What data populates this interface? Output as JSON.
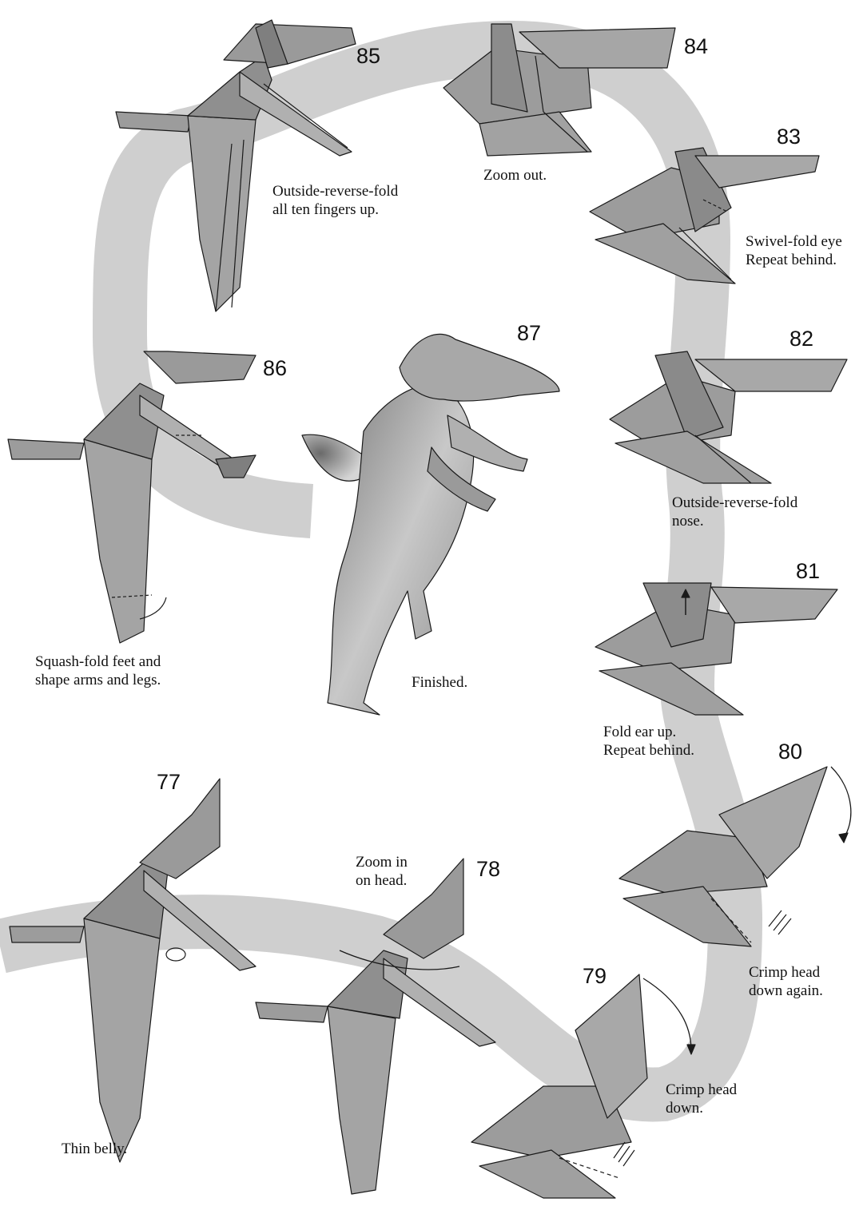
{
  "colors": {
    "path_band": "#cfcfcf",
    "paper_fill": "#9c9c9c",
    "paper_light": "#b4b4b4",
    "paper_dark": "#6f6f6f",
    "line": "#1a1a1a"
  },
  "steps": [
    {
      "number": "77",
      "lines": [
        "Thin belly."
      ]
    },
    {
      "number": "78",
      "lines": [
        "Zoom in",
        "on head."
      ]
    },
    {
      "number": "79",
      "lines": [
        "Crimp head",
        "down."
      ]
    },
    {
      "number": "80",
      "lines": [
        "Crimp head",
        "down again."
      ]
    },
    {
      "number": "81",
      "lines": [
        "Fold ear up.",
        "Repeat behind."
      ]
    },
    {
      "number": "82",
      "lines": [
        "Outside-reverse-fold",
        "nose."
      ]
    },
    {
      "number": "83",
      "lines": [
        "Swivel-fold eye",
        "Repeat behind."
      ]
    },
    {
      "number": "84",
      "lines": [
        "Zoom out."
      ]
    },
    {
      "number": "85",
      "lines": [
        "Outside-reverse-fold",
        "all ten fingers up."
      ]
    },
    {
      "number": "86",
      "lines": [
        "Squash-fold feet and",
        "shape arms and legs."
      ]
    },
    {
      "number": "87",
      "lines": [
        "Finished."
      ]
    }
  ]
}
